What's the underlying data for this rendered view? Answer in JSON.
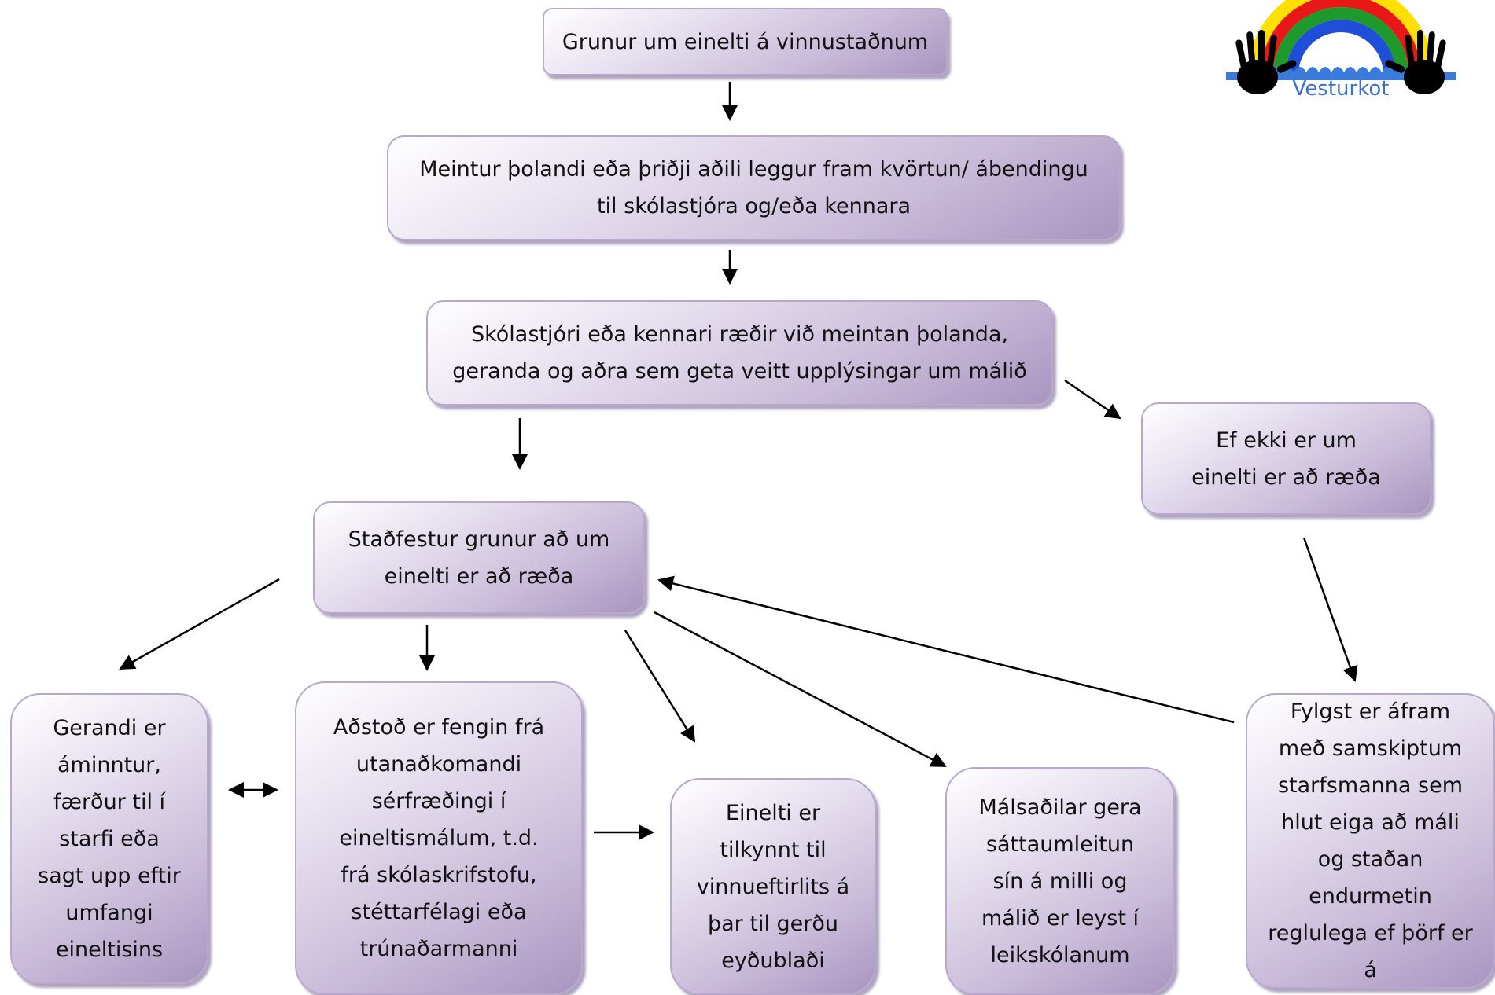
{
  "logo": {
    "text": "Vesturkot"
  },
  "nodes": {
    "grunur": "Grunur um einelti á vinnustaðnum",
    "kvortun": "Meintur þolandi eða þriðji aðili leggur fram  kvörtun/ ábendingu til skólastjóra og/eða kennara",
    "raedir": "Skólastjóri  eða kennari ræðir við meintan þolanda, geranda og aðra sem geta veitt upplýsingar um málið",
    "ekki": "Ef ekki er um einelti er að ræða",
    "stadfestur": "Staðfestur grunur að um einelti er að ræða",
    "gerandi": "Gerandi er áminntur, færður til í starfi eða sagt upp eftir umfangi eineltisins",
    "adstod": "Aðstoð er fengin frá utanaðkomandi sérfræðingi í eineltismálum, t.d. frá skólaskrifstofu, stéttarfélagi eða trúnaðarmanni",
    "tilkynnt": "Einelti er tilkynnt  til vinnueftirlits á þar til gerðu eyðublaði",
    "malsadilar": "Málsaðilar gera sáttaumleitun sín á  milli og málið er leyst í leikskólanum",
    "fylgst": "Fylgst er áfram með samskiptum starfsmanna sem hlut eiga að máli og staðan endurmetin reglulega ef þörf er á"
  },
  "colors": {
    "box_light": "#e7e1ef",
    "box_dark": "#a895c0",
    "arrow": "#000000",
    "logo_text": "#3b6fd1"
  }
}
